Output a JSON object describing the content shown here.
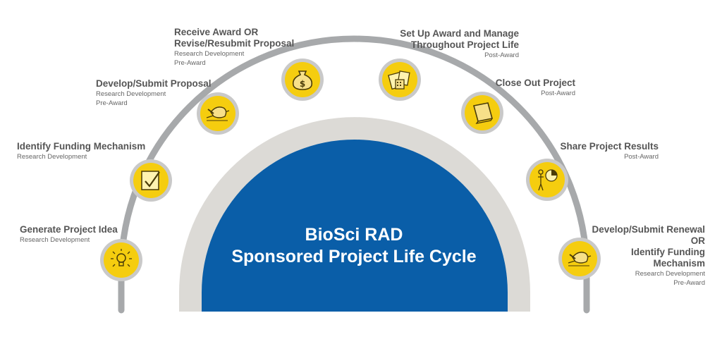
{
  "center": {
    "title_line1": "BioSci RAD",
    "title_line2": "Sponsored Project Life Cycle"
  },
  "colors": {
    "track": "#a7a9ab",
    "outer_arch": "#dcdad6",
    "inner_arch": "#0a5ea8",
    "node_fill": "#f5cd0f",
    "node_border": "#c9c9c9"
  },
  "steps": [
    {
      "title_lines": [
        "Generate Project Idea"
      ],
      "subs": [
        "Research Development"
      ],
      "icon": "lightbulb-icon"
    },
    {
      "title_lines": [
        "Identify Funding Mechanism"
      ],
      "subs": [
        "Research Development"
      ],
      "icon": "checklist-icon"
    },
    {
      "title_lines": [
        "Develop/Submit Proposal"
      ],
      "subs": [
        "Research Development",
        "Pre-Award"
      ],
      "icon": "writing-hand-icon"
    },
    {
      "title_lines": [
        "Receive Award OR",
        "Revise/Resubmit Proposal"
      ],
      "subs": [
        "Research Development",
        "Pre-Award"
      ],
      "icon": "money-bag-icon"
    },
    {
      "title_lines": [
        "Set Up Award and Manage",
        "Throughout Project Life"
      ],
      "subs": [
        "Post-Award"
      ],
      "icon": "calculator-documents-icon"
    },
    {
      "title_lines": [
        "Close Out Project"
      ],
      "subs": [
        "Post-Award"
      ],
      "icon": "closed-book-icon"
    },
    {
      "title_lines": [
        "Share Project Results"
      ],
      "subs": [
        "Post-Award"
      ],
      "icon": "presenter-chart-icon"
    },
    {
      "title_lines": [
        "Develop/Submit Renewal",
        "OR",
        "Identify Funding",
        "Mechanism"
      ],
      "subs": [
        "Research Development",
        "Pre-Award"
      ],
      "icon": "writing-hand-icon"
    }
  ]
}
